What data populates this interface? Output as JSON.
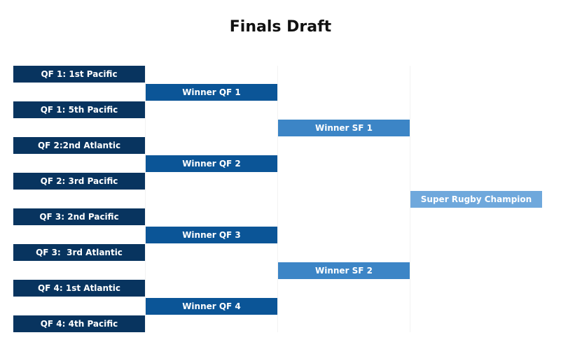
{
  "title": "Finals Draft",
  "colors": {
    "round1": "#08345f",
    "round2": "#0b5597",
    "round3": "#3c85c6",
    "final": "#6fa8dc"
  },
  "rounds": {
    "quarterfinal_teams": [
      "QF 1: 1st Pacific",
      "QF 1: 5th Pacific",
      "QF 2:2nd Atlantic",
      "QF 2: 3rd Pacific",
      "QF 3: 2nd Pacific",
      "QF 3:  3rd Atlantic",
      "QF 4: 1st Atlantic",
      "QF 4: 4th Pacific"
    ],
    "semifinal_slots": [
      "Winner QF 1",
      "Winner QF 2",
      "Winner QF 3",
      "Winner QF 4"
    ],
    "final_slots": [
      "Winner SF 1",
      "Winner SF 2"
    ],
    "champion": "Super Rugby Champion"
  }
}
